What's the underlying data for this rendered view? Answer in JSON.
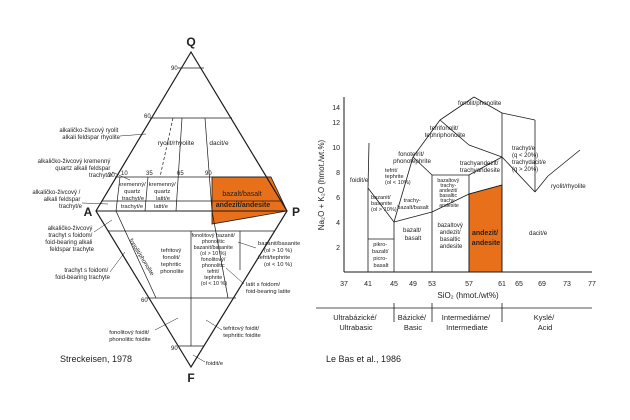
{
  "qapf": {
    "corner_q": "Q",
    "corner_a": "A",
    "corner_p": "P",
    "corner_f": "F",
    "tick_90_top": "90",
    "tick_60_top": "60",
    "tick_20": "20",
    "tick_60_bottom": "60",
    "tick_90_bottom": "90",
    "frac_10": "10",
    "frac_35": "35",
    "frac_65": "65",
    "frac_90": "90",
    "ryolit": [
      "ryolit/rhyolite"
    ],
    "dacit": [
      "dacit/e"
    ],
    "kremenny_trachyt": [
      "kremenný/",
      "quartz",
      "trachyt/e"
    ],
    "kremenny_latit": [
      "kremenný/",
      "quartz",
      "latit/e"
    ],
    "trachyt": [
      "trachyt/e"
    ],
    "latit": [
      "latit/e"
    ],
    "bazalt_lines": [
      "bazalt/basalt",
      "andezit/andesite"
    ],
    "fonolit": "fonolit/phonolite",
    "tefritovy_fonolit": [
      "tefritový",
      "fonolit/",
      "tephritic",
      "phonolite"
    ],
    "fonolitovy_bazanit": [
      "fonolitový bazanit/",
      "phonolitic",
      "bazanit/basanite",
      "(ol > 10 %)",
      "fonolitový/",
      "phonolitic",
      "tefrit/",
      "tephrite",
      "(ol < 10 %)"
    ],
    "bazanit": [
      "bazanit/basanite",
      "(ol > 10 %)",
      "tefrit/tephrite",
      "(ol < 10 %)"
    ],
    "latit_foid": [
      "latit s foidom/",
      "foid-bearing latite"
    ],
    "fonolitovy_foidit": [
      "fonolitový foidit/",
      "phonolitic foidite"
    ],
    "tefritovy_foidit": [
      "tefritový foidit/",
      "tephritic foidite"
    ],
    "foidit": "foidit/e",
    "left_alk_ryolit": [
      "alkaličko-živcový ryolit",
      "alkali feldspar rhyolite"
    ],
    "left_alk_kremenny": [
      "alkaličko-živcový kremenný",
      "quartz alkali feldspar",
      "trachyt/e"
    ],
    "left_alk_trachyt": [
      "alkaličko-živcový /",
      "alkali feldspar",
      "trachyt/e"
    ],
    "left_alk_foid": [
      "alkaličko-živcový",
      "trachyt s foidom/",
      "foid-bearing alkali",
      "feldspar trachyte"
    ],
    "left_trachyt_foid": [
      "trachyt s foidom/",
      "foid-bearing trachyte"
    ],
    "credit": "Streckeisen, 1978"
  },
  "tas": {
    "credit": "Le Bas et al., 1986",
    "xlabel": "SiO₂ (hmot./wt%)",
    "ylabel": "Na₂O + K₂O (hmot./wt.%)",
    "x_ticks": [
      "37",
      "41",
      "45",
      "49",
      "53",
      "57",
      "61",
      "65",
      "69",
      "73",
      "77"
    ],
    "y_ticks": [
      "2",
      "4",
      "6",
      "8",
      "10",
      "12",
      "14"
    ],
    "fonolit": "fonolit/phonolite",
    "tefrifonolit": [
      "tefrifonolit/",
      "tephriphonolite"
    ],
    "fonotefrit": [
      "fonotefrit/",
      "phonotephrite"
    ],
    "tefrit": [
      "tefrit/",
      "tephrite",
      "(ol < 10%)",
      "bazanit/",
      "basanite",
      "(ol > 10%)"
    ],
    "trachyandezit": [
      "trachyandezit/",
      "trachyandesite"
    ],
    "trachyt_dacit": [
      "trachyt/e",
      "(q < 20%)",
      "trachydacit/e",
      "(q > 20%)"
    ],
    "ryolit": "ryolit/rhyolite",
    "foidit": "foidit/e",
    "bazalt_trachy": [
      "bazaltový",
      "trachy-",
      "andezit/",
      "basaltic",
      "trachy-",
      "andesite"
    ],
    "trachybazalt": [
      "trachy-",
      "bazalt/basalt"
    ],
    "pikro": [
      "pikro-",
      "bazalt/",
      "picro-",
      "basalt"
    ],
    "bazalt": [
      "bazalt/",
      "basalt"
    ],
    "bazaltovy_andezit": [
      "bazaltový",
      "andezit/",
      "basaltic",
      "andesite"
    ],
    "andezit": [
      "andezit/",
      "andesite"
    ],
    "dacit": "dacit/e",
    "groups": [
      [
        "Ultrabázické/",
        "Ultrabasic"
      ],
      [
        "Bázické/",
        "Basic"
      ],
      [
        "Intermediárne/",
        "Intermediate"
      ],
      [
        "Kyslé/",
        "Acid"
      ]
    ]
  },
  "colors": {
    "highlight": "#e8701a",
    "line": "#1a1a1a",
    "text": "#222222"
  }
}
